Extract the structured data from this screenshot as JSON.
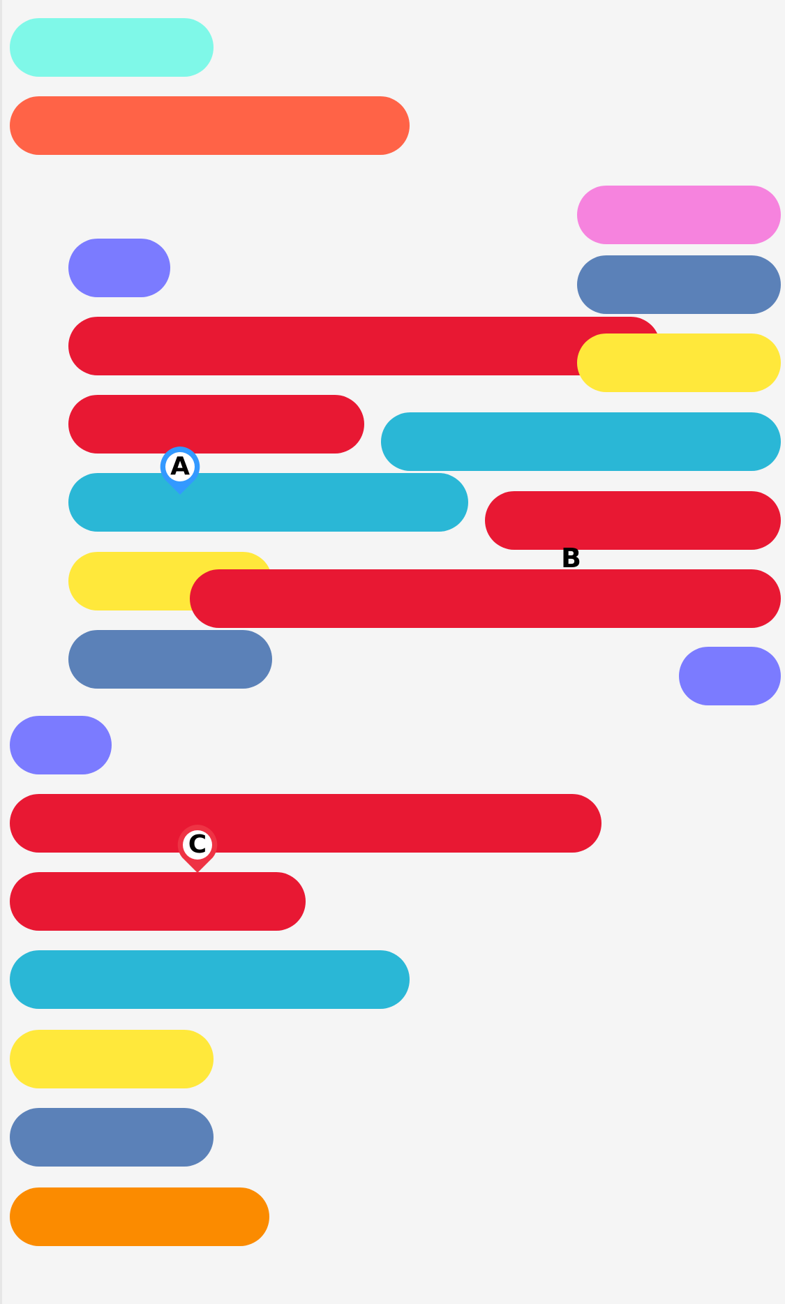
{
  "colors": {
    "background": "#f5f5f5",
    "aqua": "#7ff8e8",
    "tomato": "#ff6347",
    "pink": "#f683de",
    "lavender": "#7b7bff",
    "steel": "#5b81b8",
    "red": "#e81833",
    "yellow": "#ffe83b",
    "cyan": "#2ab7d6",
    "orange": "#fb8b00",
    "marker_blue": "#3399ff",
    "marker_red": "#ee3344"
  },
  "markers": {
    "a": {
      "letter": "A",
      "color": "#3399ff"
    },
    "b": {
      "letter": "B"
    },
    "c": {
      "letter": "C",
      "color": "#ee3344"
    }
  }
}
